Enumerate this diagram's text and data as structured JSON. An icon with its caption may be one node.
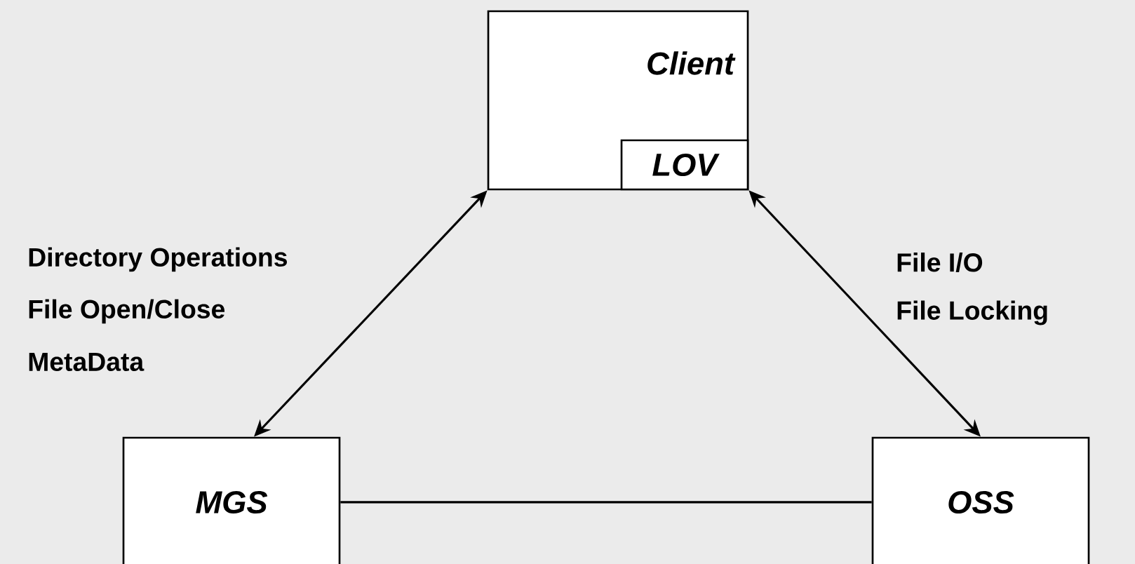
{
  "diagram": {
    "nodes": [
      {
        "text": [
          "Client"
        ]
      },
      {
        "text": [
          "LOV"
        ],
        "in": 0
      },
      {
        "text": [
          "MGS"
        ]
      },
      {
        "text": [
          "OSS"
        ]
      }
    ],
    "edges": [
      {
        "from": 0,
        "to": 2,
        "arrow": "both"
      },
      {
        "from": 0,
        "to": 3,
        "arrow": "both"
      },
      {
        "from": 2,
        "to": 3,
        "arrow": "none"
      }
    ],
    "labels": [
      "Directory Operations",
      "File Open/Close",
      "MetaData",
      "File I/O",
      "File Locking"
    ]
  }
}
